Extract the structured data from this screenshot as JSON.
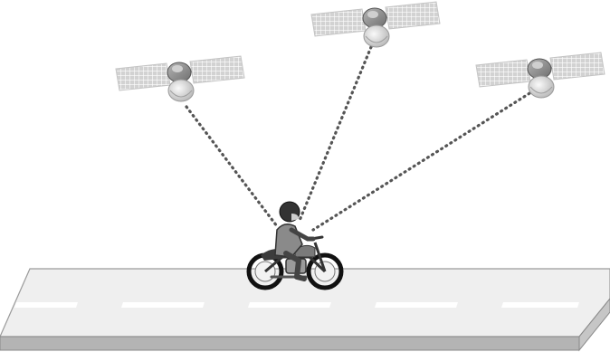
{
  "scene": {
    "satellites": [
      {
        "name": "left-satellite"
      },
      {
        "name": "center-satellite"
      },
      {
        "name": "right-satellite"
      }
    ],
    "colors": {
      "background": "#ffffff",
      "road_top": "#efefef",
      "road_side": "#b4b4b4",
      "road_edge": "#9a9a9a",
      "lane_dash": "#ffffff",
      "signal_dots": "#555555",
      "panel": "#d2d2d2",
      "panel_grid": "#ffffff",
      "body": "#8f8f8f",
      "dish": "#e8e8e8",
      "rider": "#444444",
      "wheel": "#111111"
    },
    "icons": [
      "satellite-icon",
      "motorcycle-rider-icon",
      "road-icon"
    ]
  }
}
